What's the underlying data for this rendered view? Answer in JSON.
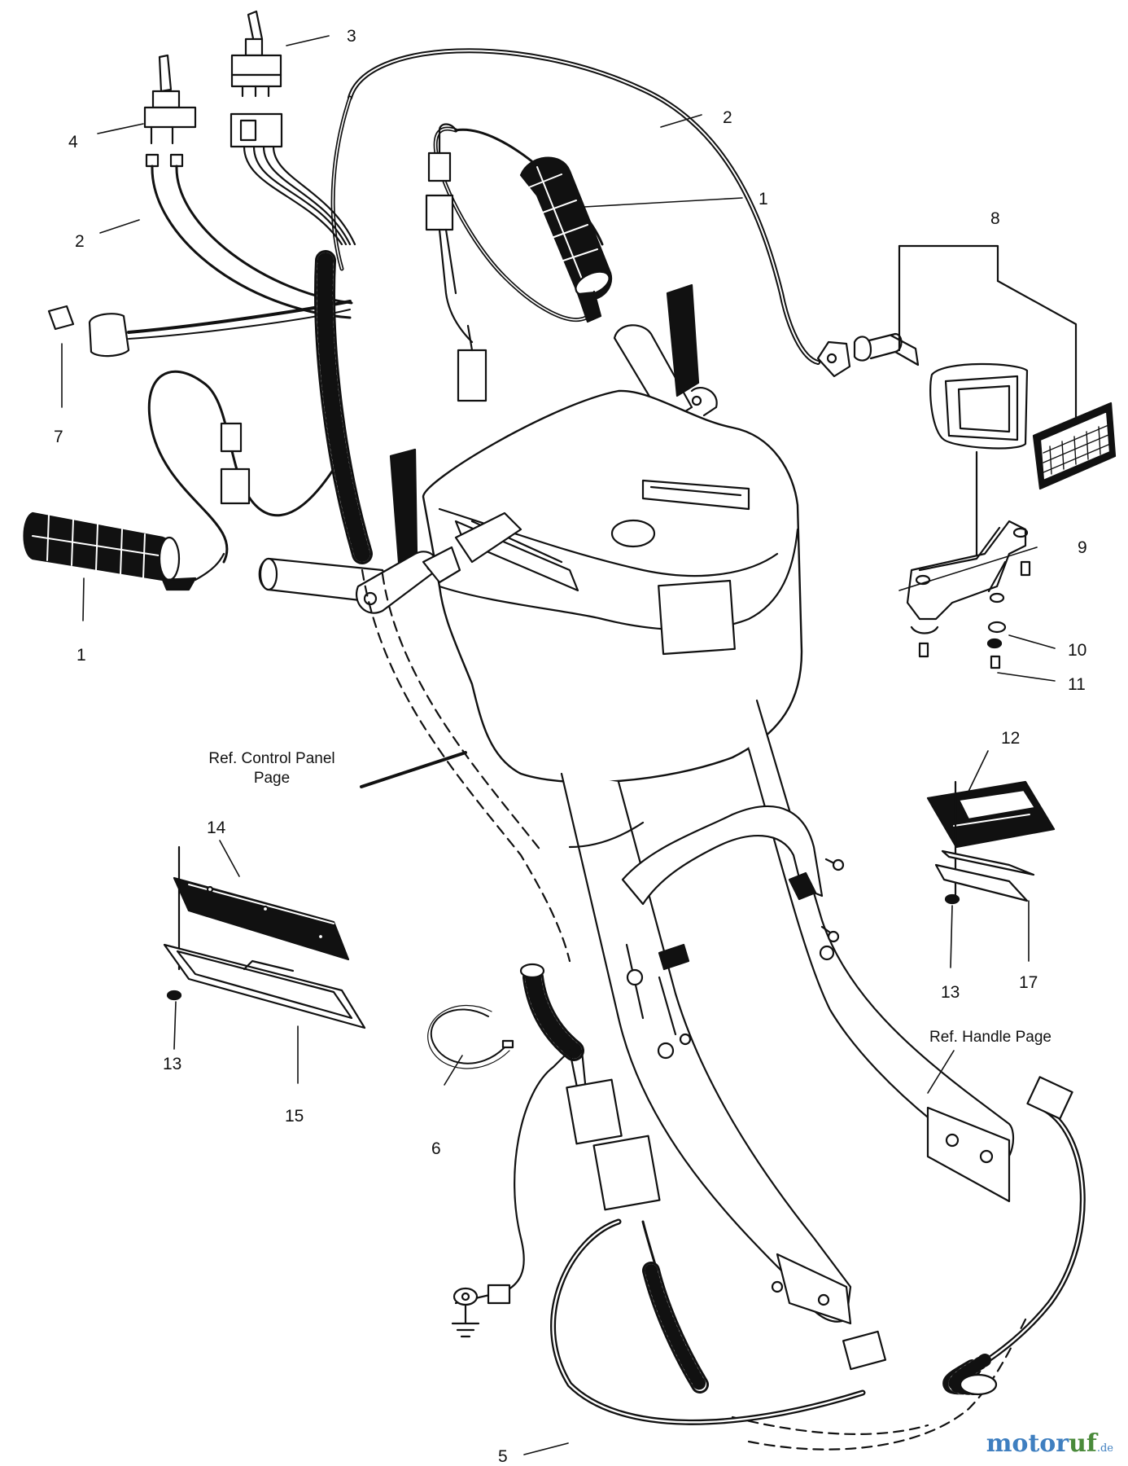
{
  "callouts": {
    "c1_top": "1",
    "c1_left": "1",
    "c2_top": "2",
    "c2_left": "2",
    "c3": "3",
    "c4": "4",
    "c5": "5",
    "c6": "6",
    "c7": "7",
    "c8": "8",
    "c9": "9",
    "c10": "10",
    "c11": "11",
    "c12": "12",
    "c13_left": "13",
    "c13_right": "13",
    "c14": "14",
    "c15": "15",
    "c17": "17"
  },
  "refs": {
    "control_panel": "Ref. Control Panel\nPage",
    "handle": "Ref. Handle Page"
  },
  "watermark": {
    "brand_a": "motor",
    "brand_b": "uf",
    "tld": ".de"
  },
  "colors": {
    "line": "#111111",
    "watermark_blue": "#3f7fc0",
    "watermark_green": "#4a8a3a"
  }
}
